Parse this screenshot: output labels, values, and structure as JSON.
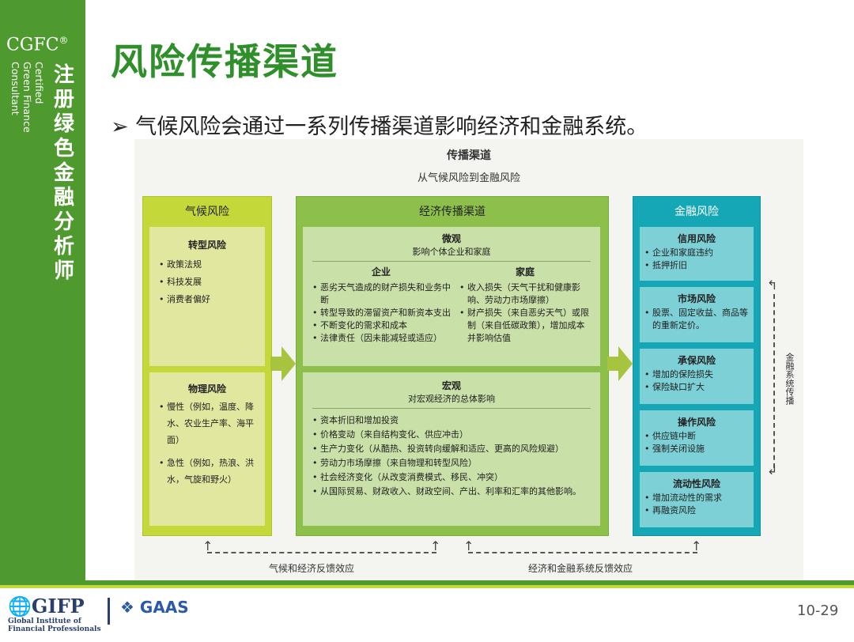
{
  "sidebar": {
    "logo": "CGFC",
    "logo_mark": "®",
    "vertical_cn": "注册绿色金融分析师",
    "vertical_en": "Certified\nGreen Finance\nConsultant"
  },
  "title": "风险传播渠道",
  "bullet": "气候风险会通过一系列传播渠道影响经济和金融系统。",
  "diagram": {
    "title": "传播渠道",
    "subtitle": "从气候风险到金融风险",
    "climate": {
      "head": "气候风险",
      "transition": {
        "title": "转型风险",
        "items": [
          "政策法规",
          "科技发展",
          "消费者偏好"
        ]
      },
      "physical": {
        "title": "物理风险",
        "items": [
          "慢性（例如，温度、降水、农业生产率、海平面）",
          "急性（例如，热浪、洪水，气旋和野火）"
        ]
      }
    },
    "econ": {
      "head": "经济传播渠道",
      "micro": {
        "title": "微观",
        "subtitle": "影响个体企业和家庭",
        "firm": {
          "title": "企业",
          "items": [
            "恶劣天气造成的财产损失和业务中断",
            "转型导致的滞留资产和新资本支出",
            "不断变化的需求和成本",
            "法律责任（因未能减轻或适应）"
          ]
        },
        "household": {
          "title": "家庭",
          "items": [
            "收入损失（天气干扰和健康影响、劳动力市场摩擦）",
            "财产损失（来自恶劣天气）或限制（来自低碳政策），增加成本并影响估值"
          ]
        }
      },
      "macro": {
        "title": "宏观",
        "subtitle": "对宏观经济的总体影响",
        "items": [
          "资本折旧和增加投资",
          "价格变动（来自结构变化、供应冲击）",
          "生产力变化（从酷热、投资转向缓解和适应、更高的风险规避）",
          "劳动力市场摩擦（来自物理和转型风险）",
          "社会经济变化（从改变消费模式、移民、冲突）",
          "从国际贸易、财政收入、财政空间、产出、利率和汇率的其他影响。"
        ]
      }
    },
    "fin": {
      "head": "金融风险",
      "credit": {
        "title": "信用风险",
        "items": [
          "企业和家庭违约",
          "抵押折旧"
        ]
      },
      "market": {
        "title": "市场风险",
        "items": [
          "股票、固定收益、商品等的重新定价。"
        ]
      },
      "insurance": {
        "title": "承保风险",
        "items": [
          "增加的保险损失",
          "保险缺口扩大"
        ]
      },
      "operational": {
        "title": "操作风险",
        "items": [
          "供应链中断",
          "强制关闭设施"
        ]
      },
      "liquidity": {
        "title": "流动性风险",
        "items": [
          "增加流动性的需求",
          "再融资风险"
        ]
      }
    },
    "fin_system_label": "金融系统传播",
    "feedback_left": "气候和经济反馈效应",
    "feedback_right": "经济和金融系统反馈效应"
  },
  "footer": {
    "gifp": "GIFP",
    "gifp_sub1": "Global Institute of",
    "gifp_sub2": "Financial Professionals",
    "gaas": "GAAS",
    "page": "10-29"
  },
  "colors": {
    "green": "#4f9a2f",
    "lime": "#c5d83a",
    "teal": "#15a7b5",
    "midgreen": "#8cc04b"
  }
}
